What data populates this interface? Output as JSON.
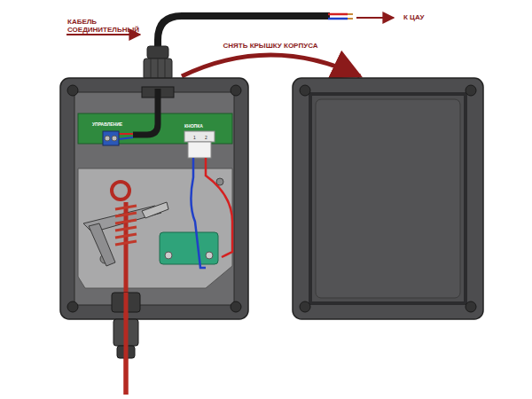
{
  "diagram": {
    "labels": [
      "КАБЕЛЬ СОЕДИНИТЕЛЬНЫЙ",
      "К ЦАУ",
      "СНЯТЬ КРЫШКУ КОРПУСА",
      "УПРАВЛЕНИЕ",
      "КНОПКА"
    ]
  }
}
